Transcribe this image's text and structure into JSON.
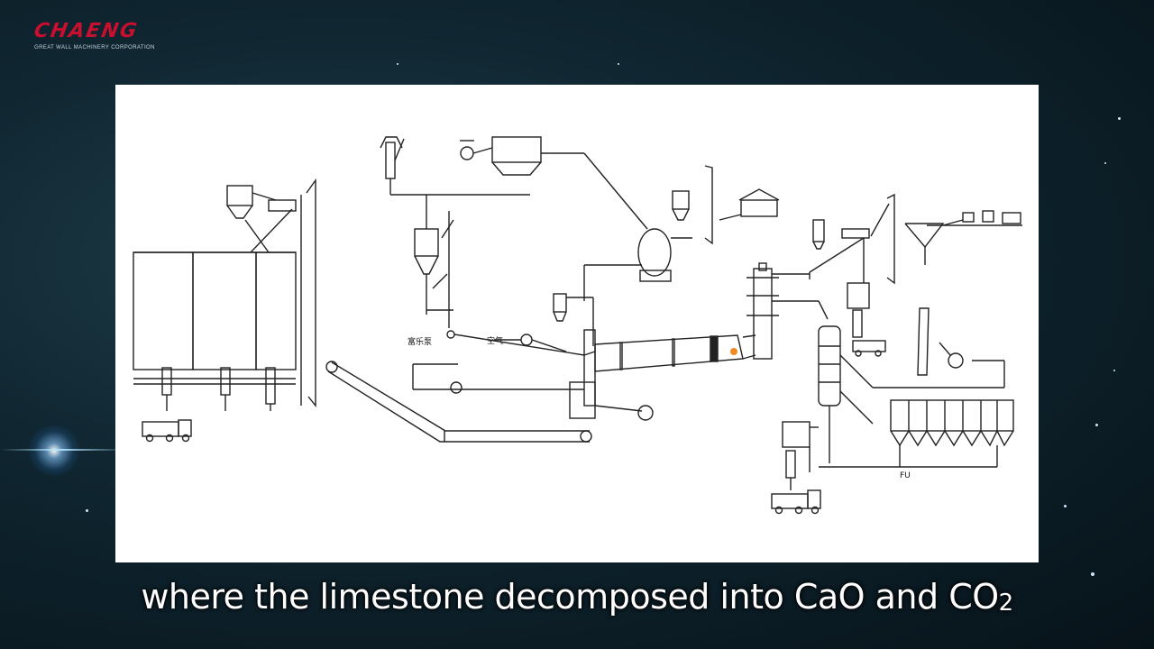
{
  "logo": {
    "name": "CHAENG",
    "tagline": "GREAT WALL MACHINERY CORPORATION"
  },
  "diagram": {
    "labels": {
      "air": "空气",
      "pump": "富乐泵",
      "fu_conveyor": "FU"
    }
  },
  "subtitle": {
    "text": "where the limestone decomposed into CaO and CO",
    "subscript": "2"
  },
  "colors": {
    "brand_red": "#c8102e",
    "indicator_orange": "#f08a24"
  }
}
